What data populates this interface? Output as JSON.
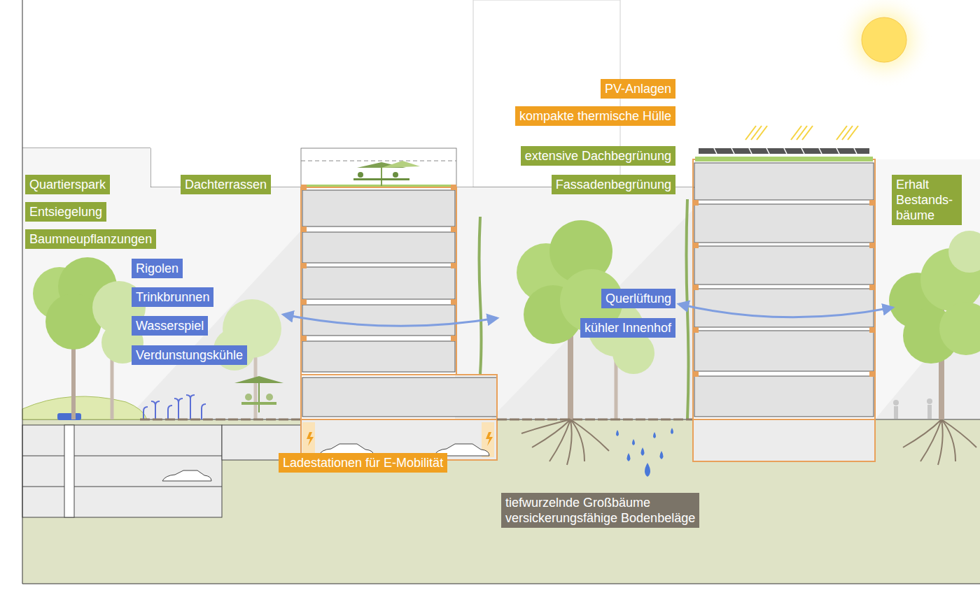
{
  "diagram": {
    "nodes": [
      {
        "text": [
          "PV-Anlagen"
        ]
      },
      {
        "text": [
          "kompakte thermische Hülle"
        ]
      },
      {
        "text": [
          "extensive Dachbegrünung"
        ]
      },
      {
        "text": [
          "Quartierspark"
        ]
      },
      {
        "text": [
          "Dachterrassen"
        ]
      },
      {
        "text": [
          "Fassadenbegrünung"
        ]
      },
      {
        "text": [
          "Erhalt Bestands- bäume"
        ]
      },
      {
        "text": [
          "Entsiegelung"
        ]
      },
      {
        "text": [
          "Baumneupflanzungen"
        ]
      },
      {
        "text": [
          "Rigolen"
        ]
      },
      {
        "text": [
          "Trinkbrunnen"
        ]
      },
      {
        "text": [
          "Querlüftung"
        ]
      },
      {
        "text": [
          "Wasserspiel"
        ]
      },
      {
        "text": [
          "kühler Innenhof"
        ]
      },
      {
        "text": [
          "Verdunstungskühle"
        ]
      },
      {
        "text": [
          "Ladestationen für E-Mobilität"
        ]
      },
      {
        "text": [
          "tiefwurzelnde Großbäume",
          "versickerungsfähige Bodenbeläge"
        ]
      }
    ]
  }
}
